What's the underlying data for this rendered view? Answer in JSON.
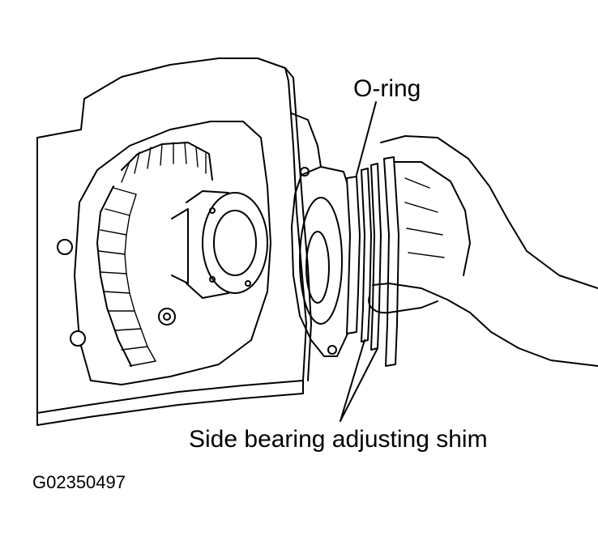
{
  "labels": {
    "o_ring": "O-ring",
    "side_bearing_shim": "Side bearing adjusting shim",
    "figure_code": "G02350497"
  },
  "colors": {
    "line": "#000000",
    "background": "#ffffff"
  }
}
